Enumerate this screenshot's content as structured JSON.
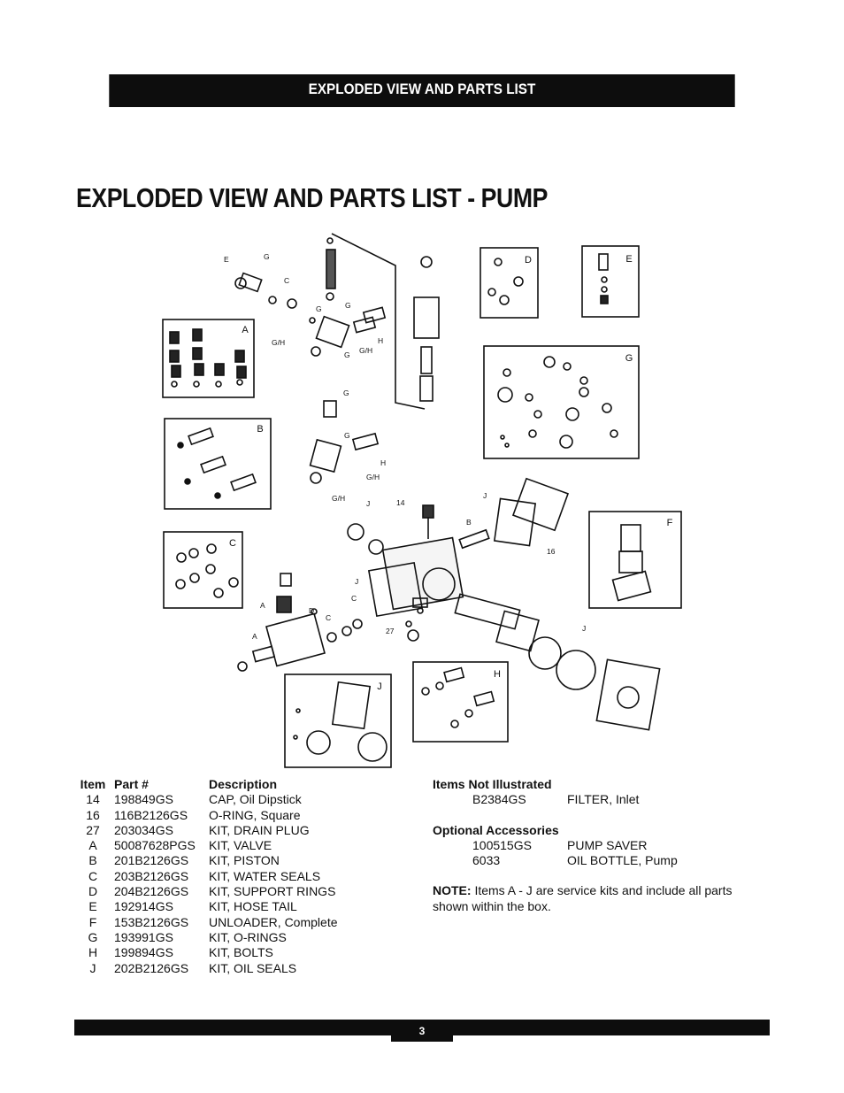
{
  "header": {
    "title": "EXPLODED VIEW AND PARTS LIST"
  },
  "page": {
    "title": "EXPLODED VIEW AND PARTS LIST - PUMP",
    "number": "3"
  },
  "diagram": {
    "box_labels": [
      "A",
      "B",
      "C",
      "D",
      "E",
      "F",
      "G",
      "H",
      "J"
    ],
    "callouts": [
      "E",
      "G",
      "C",
      "G",
      "G",
      "H",
      "G/H",
      "G",
      "G/H",
      "G",
      "G",
      "H",
      "G/H",
      "G/H",
      "J",
      "14",
      "J",
      "B",
      "16",
      "A",
      "D",
      "C",
      "J",
      "C",
      "A",
      "27",
      "J"
    ]
  },
  "parts_list": {
    "headers": {
      "item": "Item",
      "part": "Part #",
      "desc": "Description"
    },
    "rows": [
      {
        "item": "14",
        "part": "198849GS",
        "desc": "CAP, Oil Dipstick"
      },
      {
        "item": "16",
        "part": "116B2126GS",
        "desc": "O-RING, Square"
      },
      {
        "item": "27",
        "part": "203034GS",
        "desc": "KIT, DRAIN PLUG"
      },
      {
        "item": "A",
        "part": "50087628PGS",
        "desc": "KIT, VALVE"
      },
      {
        "item": "B",
        "part": "201B2126GS",
        "desc": "KIT, PISTON"
      },
      {
        "item": "C",
        "part": "203B2126GS",
        "desc": "KIT, WATER SEALS"
      },
      {
        "item": "D",
        "part": "204B2126GS",
        "desc": "KIT, SUPPORT RINGS"
      },
      {
        "item": "E",
        "part": "192914GS",
        "desc": "KIT, HOSE TAIL"
      },
      {
        "item": "F",
        "part": "153B2126GS",
        "desc": "UNLOADER, Complete"
      },
      {
        "item": "G",
        "part": "193991GS",
        "desc": "KIT, O-RINGS"
      },
      {
        "item": "H",
        "part": "199894GS",
        "desc": "KIT, BOLTS"
      },
      {
        "item": "J",
        "part": "202B2126GS",
        "desc": "KIT, OIL SEALS"
      }
    ]
  },
  "not_illustrated": {
    "title": "Items Not Illustrated",
    "rows": [
      {
        "part": "B2384GS",
        "desc": "FILTER, Inlet"
      }
    ]
  },
  "optional": {
    "title": "Optional Accessories",
    "rows": [
      {
        "part": "100515GS",
        "desc": "PUMP SAVER"
      },
      {
        "part": "6033",
        "desc": "OIL BOTTLE, Pump"
      }
    ]
  },
  "note": {
    "label": "NOTE:",
    "text": " Items A - J are service kits and include all parts shown within the box."
  }
}
